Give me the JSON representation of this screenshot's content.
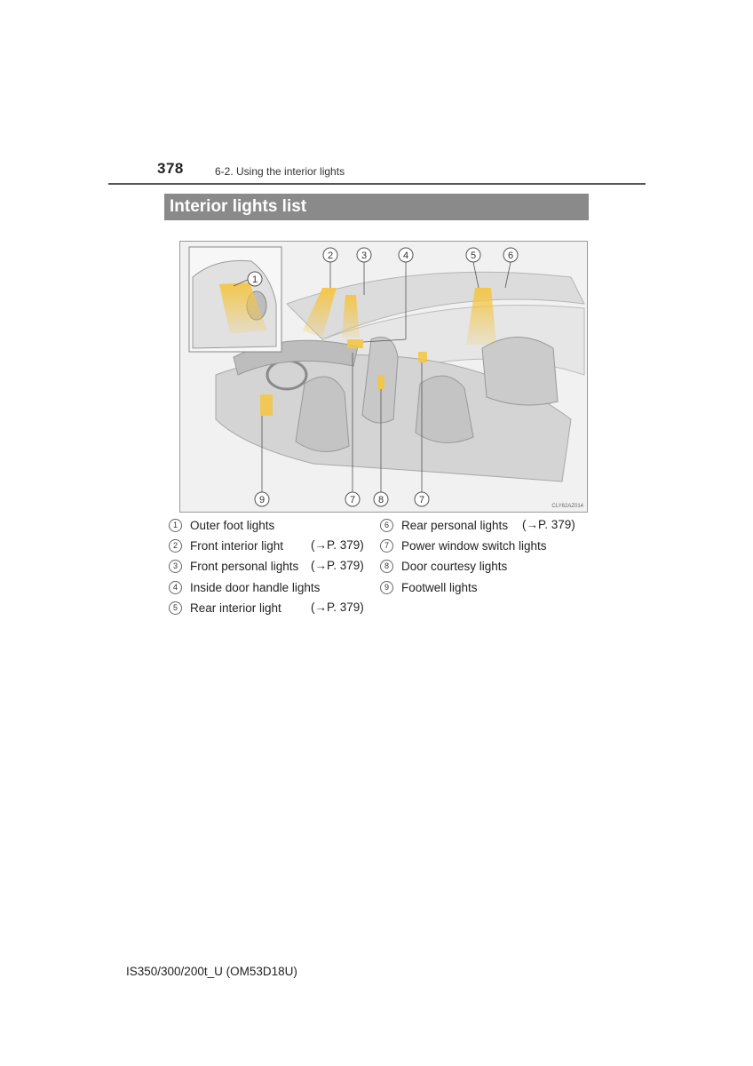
{
  "header": {
    "page_number": "378",
    "section": "6-2. Using the interior lights"
  },
  "heading": "Interior lights list",
  "figure": {
    "code": "CLY62AZ014",
    "callouts": [
      "1",
      "2",
      "3",
      "4",
      "5",
      "6",
      "7",
      "8",
      "9",
      "7"
    ],
    "accent_color": "#f5c542"
  },
  "legend": {
    "left": [
      {
        "num": "1",
        "label": "Outer foot lights",
        "ref": ""
      },
      {
        "num": "2",
        "label": "Front interior light",
        "ref": "(→P. 379)"
      },
      {
        "num": "3",
        "label": "Front personal lights",
        "ref": "(→P. 379)"
      },
      {
        "num": "4",
        "label": "Inside door handle lights",
        "ref": ""
      },
      {
        "num": "5",
        "label": "Rear interior light",
        "ref": "(→P. 379)"
      }
    ],
    "right": [
      {
        "num": "6",
        "label": "Rear personal lights",
        "ref": "(→P. 379)"
      },
      {
        "num": "7",
        "label": "Power window switch lights",
        "ref": ""
      },
      {
        "num": "8",
        "label": "Door courtesy lights",
        "ref": ""
      },
      {
        "num": "9",
        "label": "Footwell lights",
        "ref": ""
      }
    ]
  },
  "footer": "IS350/300/200t_U (OM53D18U)"
}
